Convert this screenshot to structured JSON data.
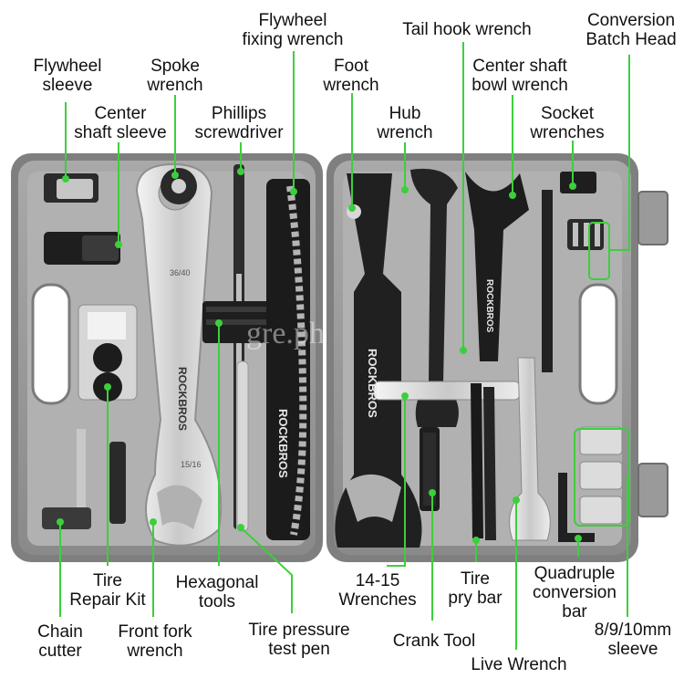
{
  "labels": {
    "flywheel_sleeve": "Flywheel\nsleeve",
    "spoke_wrench": "Spoke\nwrench",
    "flywheel_fixing_wrench": "Flywheel\nfixing wrench",
    "tail_hook_wrench": "Tail hook wrench",
    "conversion_batch_head": "Conversion\nBatch Head",
    "center_shaft_sleeve": "Center\nshaft sleeve",
    "phillips_screwdriver": "Phillips\nscrewdriver",
    "foot_wrench": "Foot\nwrench",
    "center_shaft_bowl_wrench": "Center shaft\nbowl wrench",
    "hub_wrench": "Hub\nwrench",
    "socket_wrenches": "Socket\nwrenches",
    "tire_repair_kit": "Tire\nRepair Kit",
    "hexagonal_tools": "Hexagonal\ntools",
    "wrenches_14_15": "14-15\nWrenches",
    "tire_pry_bar": "Tire\npry bar",
    "quadruple_conversion_bar": "Quadruple\nconversion\nbar",
    "chain_cutter": "Chain\ncutter",
    "front_fork_wrench": "Front fork\nwrench",
    "tire_pressure_test_pen": "Tire pressure\ntest pen",
    "crank_tool": "Crank Tool",
    "live_wrench": "Live Wrench",
    "sleeve_8_9_10mm": "8/9/10mm\nsleeve"
  },
  "brand": {
    "logo_text": "ROCKBROS",
    "engraving_1": "36/40",
    "engraving_2": "15/16"
  },
  "watermark": "gre.ph",
  "colors": {
    "case": "#8f8f8f",
    "case_inner": "#a4a4a4",
    "leader": "#3ccf3c",
    "tool_dark": "#1c1c1c",
    "chrome": "#d9d9d9"
  }
}
